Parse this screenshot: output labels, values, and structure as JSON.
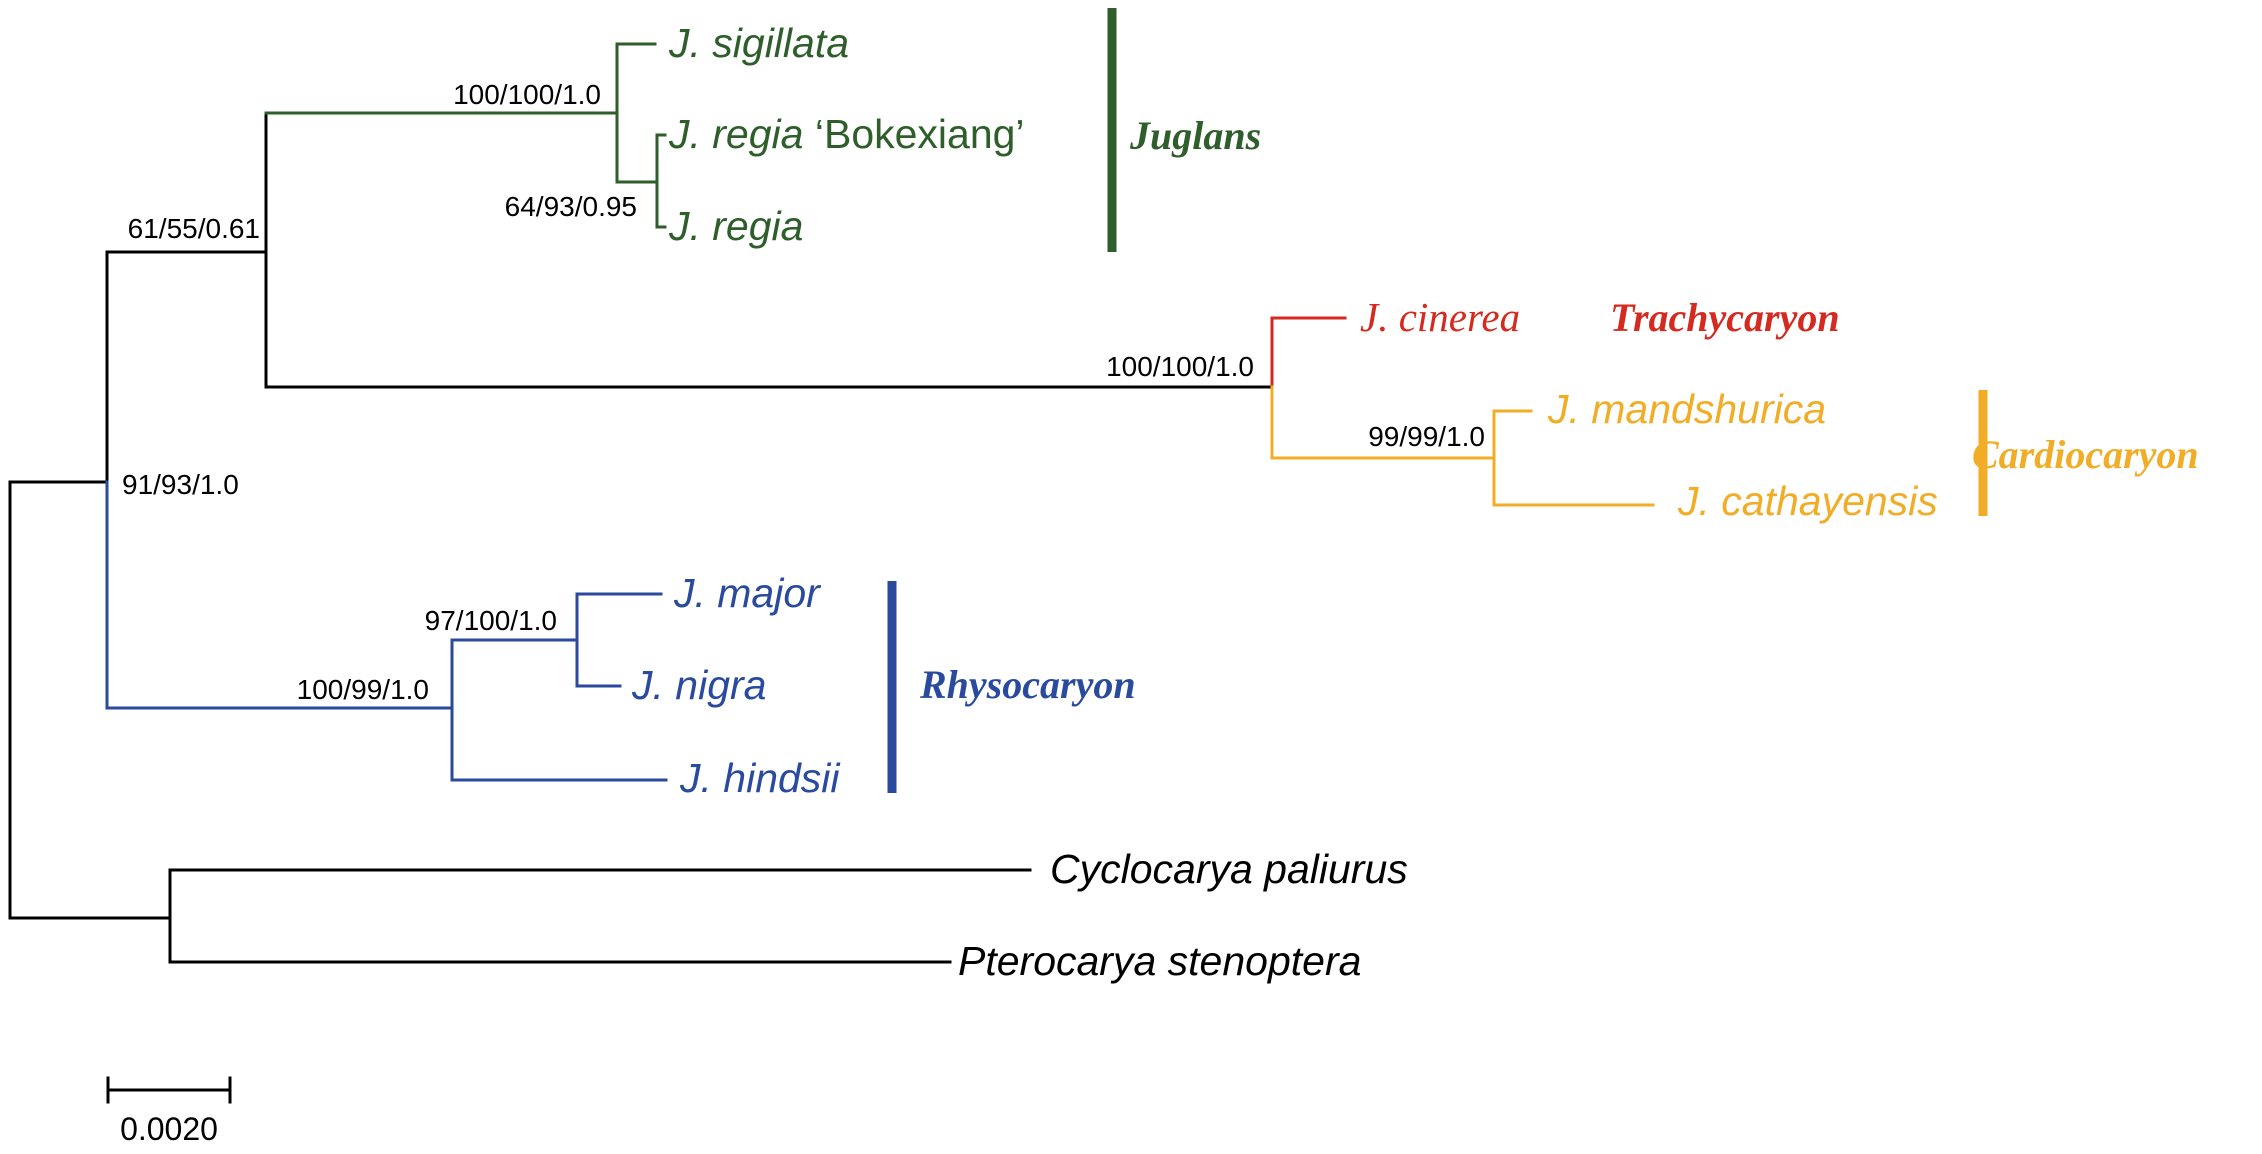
{
  "colors": {
    "juglans": "#2e5e2a",
    "trachycaryon": "#d42a20",
    "cardiocaryon": "#f0ad25",
    "rhysocaryon": "#2a4a9e",
    "outgroup": "#000000"
  },
  "taxa": {
    "sigillata": "J. sigillata",
    "regia_bokexiang_name": "J. regia",
    "regia_bokexiang_cultivar": "‘Bokexiang’",
    "regia": "J. regia",
    "cinerea": "J. cinerea",
    "mandshurica": "J. mandshurica",
    "cathayensis": "J. cathayensis",
    "major": "J. major",
    "nigra": "J. nigra",
    "hindsii": "J. hindsii",
    "cyclocarya": "Cyclocarya paliurus",
    "pterocarya": "Pterocarya stenoptera"
  },
  "support": {
    "juglans_clade": "100/100/1.0",
    "regia_pair": "64/93/0.95",
    "juglans_trachy_cardio": "61/55/0.61",
    "trachy_cardio": "100/100/1.0",
    "cardiocaryon_clade": "99/99/1.0",
    "juglans_genus": "91/93/1.0",
    "major_nigra": "97/100/1.0",
    "rhysocaryon_clade": "100/99/1.0"
  },
  "clades": {
    "juglans": "Juglans",
    "trachycaryon": "Trachycaryon",
    "cardiocaryon": "Cardiocaryon",
    "rhysocaryon": "Rhysocaryon"
  },
  "scale": {
    "label": "0.0020"
  }
}
